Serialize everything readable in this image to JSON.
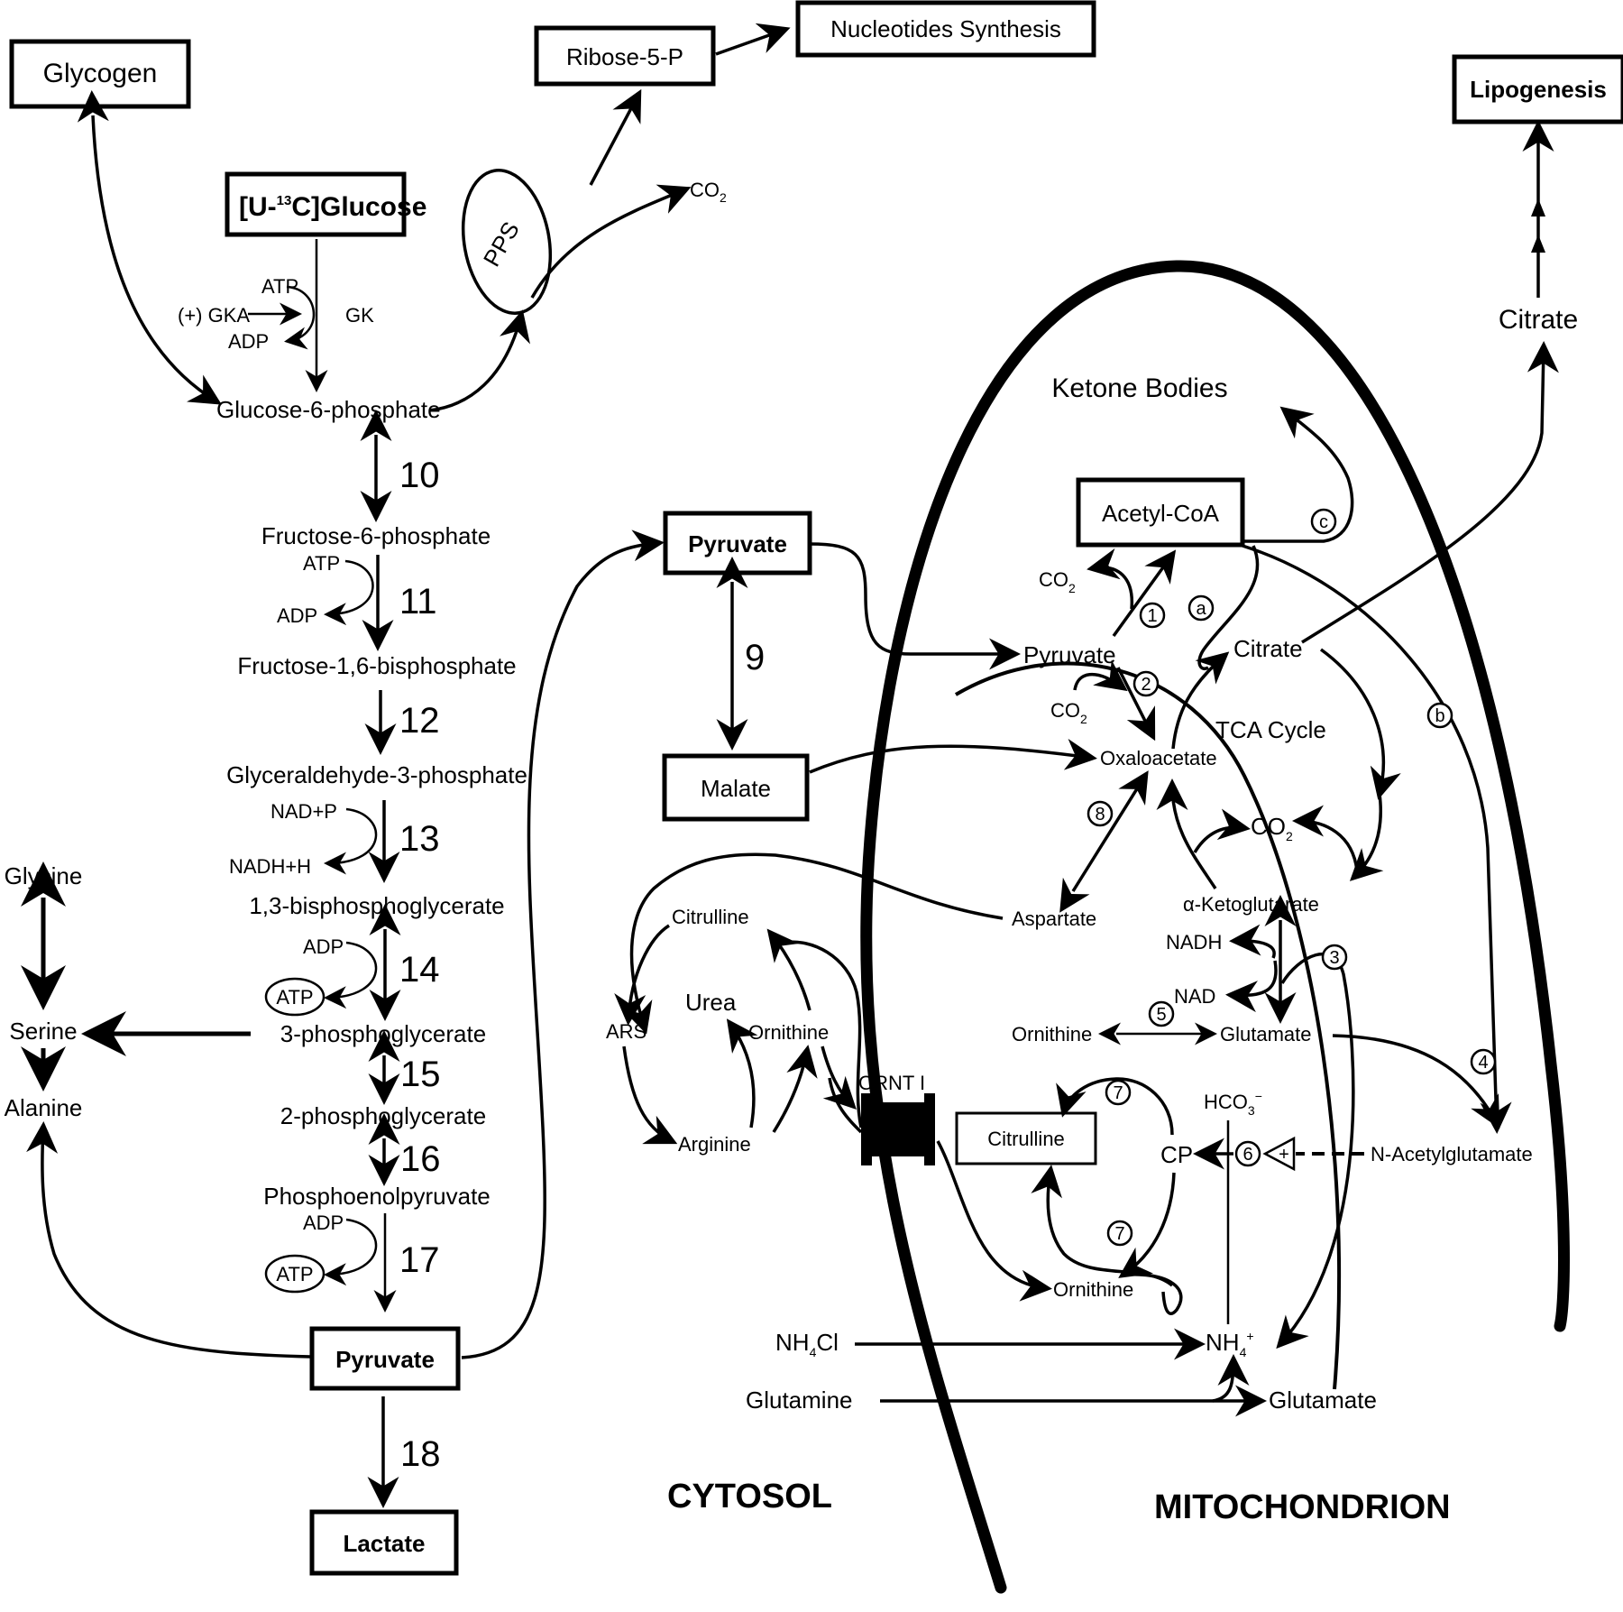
{
  "diagram": {
    "title": "Glucose metabolism and urea cycle pathway map",
    "colors": {
      "ink": "#000000",
      "background": "#ffffff"
    },
    "regions": {
      "cytosol": "CYTOSOL",
      "mitochondrion": "MITOCHONDRION"
    },
    "boxes": {
      "glycogen": "Glycogen",
      "glucose_prefix": "[U-",
      "glucose_isotope": "13",
      "glucose_suffix": "C]Glucose",
      "ribose5p": "Ribose-5-P",
      "nucleotides": "Nucleotides Synthesis",
      "lipogenesis": "Lipogenesis",
      "pyruvate_cyto": "Pyruvate",
      "malate": "Malate",
      "pyruvate_main": "Pyruvate",
      "lactate": "Lactate",
      "acetyl_coa": "Acetyl-CoA",
      "citrulline_mito": "Citrulline"
    },
    "glycolysis": {
      "atp_top": "ATP",
      "gka": "(+) GKA",
      "adp_top": "ADP",
      "gk": "GK",
      "g6p": "Glucose-6-phosphate",
      "f6p": "Fructose-6-phosphate",
      "f16bp": "Fructose-1,6-bisphosphate",
      "g3p": "Glyceraldehyde-3-phosphate",
      "bpg13": "1,3-bisphosphoglycerate",
      "pg3": "3-phosphoglycerate",
      "pg2": "2-phosphoglycerate",
      "pep": "Phosphoenolpyruvate",
      "atp_11": "ATP",
      "adp_11": "ADP",
      "nadp_13": "NAD+P",
      "nadh_13": "NADH+H",
      "adp_14": "ADP",
      "atp_14": "ATP",
      "adp_17": "ADP",
      "atp_17": "ATP",
      "pps": "PPS",
      "co2_pps": "CO",
      "co2_sub": "2"
    },
    "step_numbers": {
      "s9": "9",
      "s10": "10",
      "s11": "11",
      "s12": "12",
      "s13": "13",
      "s14": "14",
      "s15": "15",
      "s16": "16",
      "s17": "17",
      "s18": "18"
    },
    "amino_acids": {
      "glycine": "Glycine",
      "serine": "Serine",
      "alanine": "Alanine"
    },
    "mitochondrion": {
      "ketone_bodies": "Ketone Bodies",
      "citrate_out": "Citrate",
      "pyruvate": "Pyruvate",
      "citrate": "Citrate",
      "tca_cycle": "TCA Cycle",
      "oxaloacetate": "Oxaloacetate",
      "co2_1": "CO",
      "co2_2": "CO",
      "co2_3": "CO",
      "sub2": "2",
      "aspartate": "Aspartate",
      "akg": "α-Ketoglutarate",
      "nadh": "NADH",
      "nad": "NAD",
      "ornithine_mid": "Ornithine",
      "glutamate_mid": "Glutamate",
      "hco3": "HCO",
      "hco3_sub": "3",
      "hco3_sup": "−",
      "cp": "CP",
      "n_acetylglutamate": "N-Acetylglutamate",
      "plus": "+",
      "ornithine_low": "Ornithine",
      "nh4": "NH",
      "nh4_sub": "4",
      "nh4_sup": "+",
      "nh4cl_a": "NH",
      "nh4cl_sub": "4",
      "nh4cl_b": "Cl",
      "glutamine": "Glutamine",
      "glutamate_low": "Glutamate"
    },
    "cytosol_urea": {
      "citrulline": "Citrulline",
      "ars": "ARS",
      "urea": "Urea",
      "ornithine": "Ornithine",
      "arginine": "Arginine",
      "transporter": "ORNT I"
    },
    "enzyme_markers": {
      "m1": "1",
      "m2": "2",
      "m3": "3",
      "m4": "4",
      "m5": "5",
      "m6": "6",
      "m7a": "7",
      "m7b": "7",
      "m8": "8",
      "ma": "a",
      "mb": "b",
      "mc": "c"
    }
  }
}
